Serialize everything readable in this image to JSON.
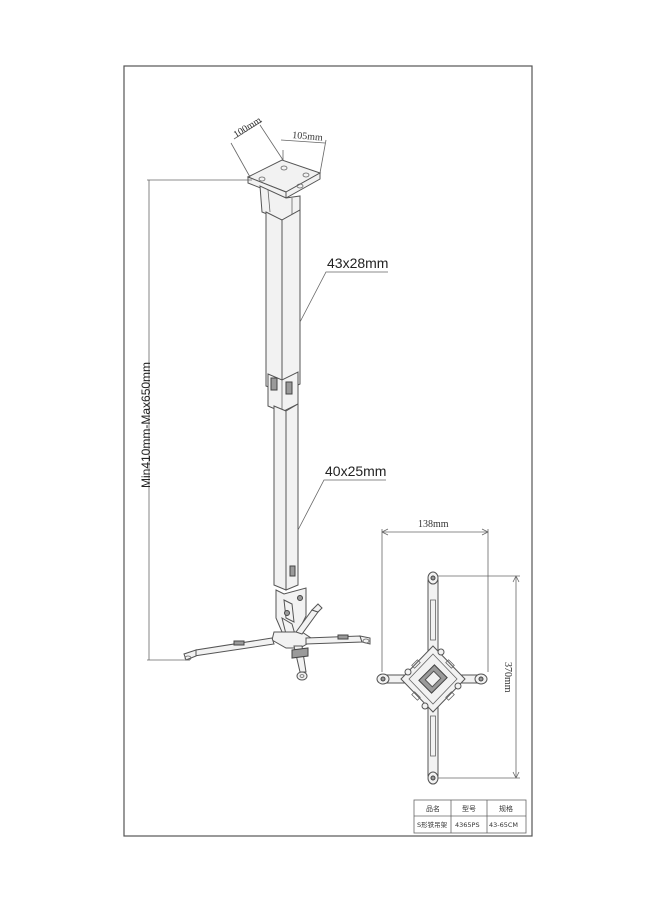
{
  "dimensions": {
    "bracket_depth": "100mm",
    "bracket_width": "105mm",
    "upper_tube": "43x28mm",
    "lower_tube": "40x25mm",
    "height_range": "Min410mm-Max650mm",
    "plate_width": "138mm",
    "plate_height": "370mm"
  },
  "spec_table": {
    "headers": [
      "品名",
      "型号",
      "规格"
    ],
    "row": [
      "S形铁吊架",
      "4365PS",
      "43-65CM"
    ]
  }
}
